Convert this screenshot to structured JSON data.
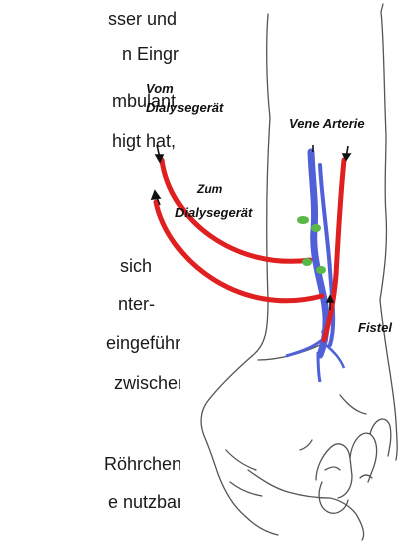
{
  "text_lines": [
    "sser und von",
    "n Eingriffs",
    "mbulant",
    "higt hat,",
    "sich",
    "nter-",
    "eingeführt.",
    "zwischen",
    "Röhrchen,",
    "e nutzbar ist."
  ],
  "labels": {
    "vom_line1": "Vom",
    "vom_line2": "Dialysegerät",
    "zum_line1": "Zum",
    "zum_line2": "Dialysegerät",
    "vene_arterie": "Vene Arterie",
    "fistel": "Fistel"
  },
  "colors": {
    "tube": "#e02020",
    "vein": "#5060d8",
    "artery": "#e02020",
    "clamp": "#58b848",
    "outline": "#555555"
  }
}
